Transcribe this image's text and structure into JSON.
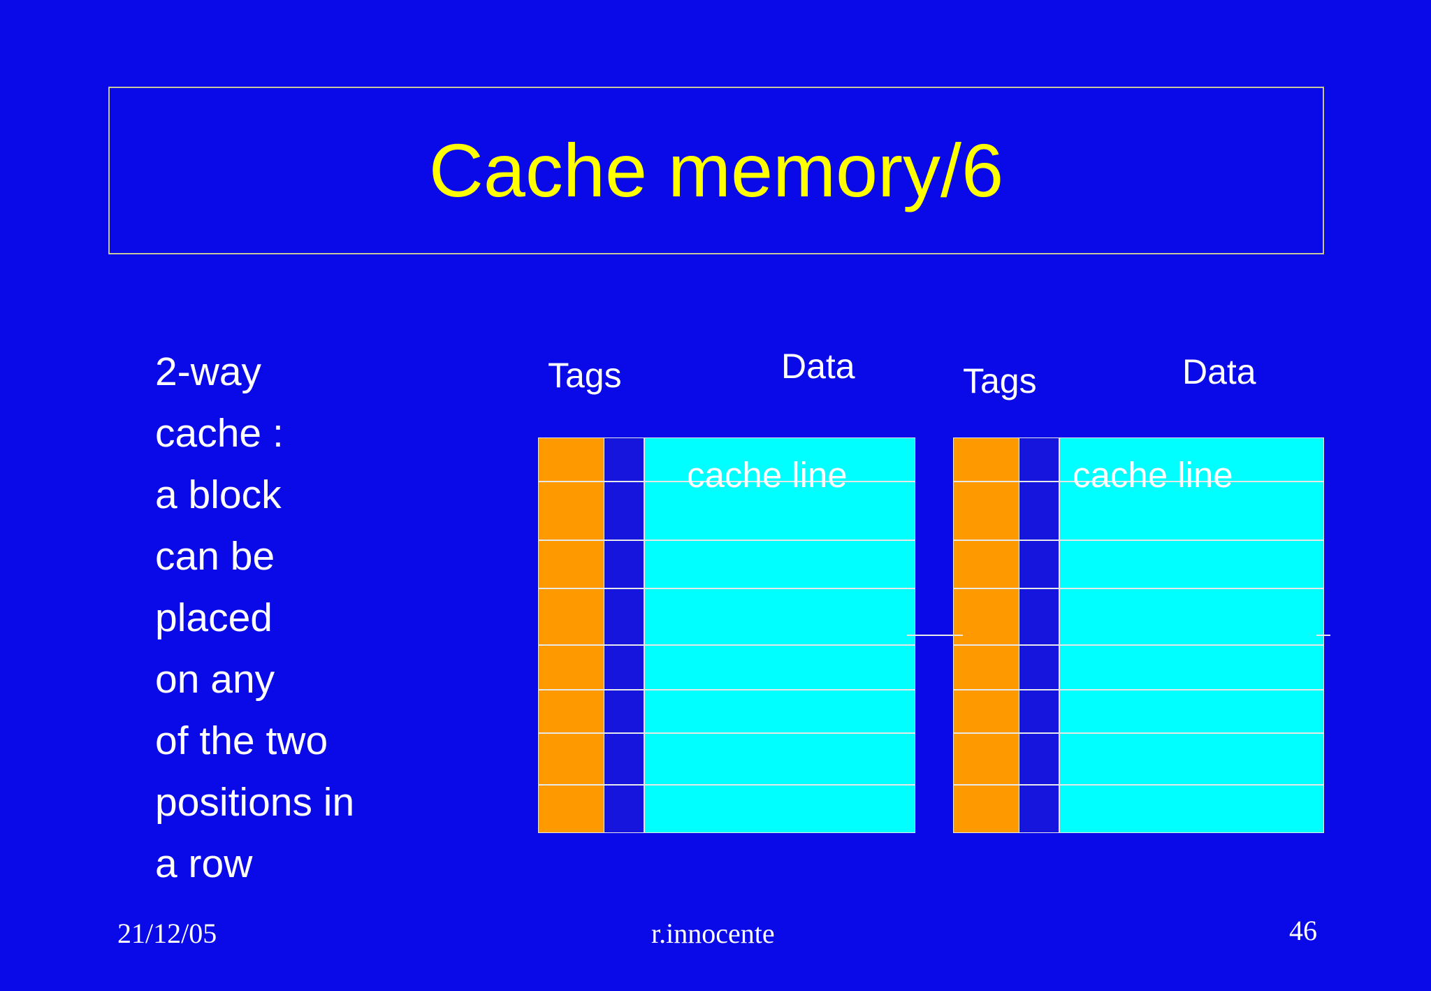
{
  "slide": {
    "title": "Cache memory/6",
    "background_color": "#0a0ae8",
    "title_color": "#ffff00",
    "text_color": "#ffffff",
    "tag_color": "#ff9900",
    "data_color": "#00ffff",
    "border_color": "#e8e8e8"
  },
  "body": {
    "lines": [
      "2-way",
      "cache :",
      "a block",
      "can be",
      "placed",
      "on any",
      "of the two",
      "positions in",
      "a row"
    ]
  },
  "diagram": {
    "ways": [
      {
        "tags_label": "Tags",
        "data_label": "Data",
        "cache_line_label": "cache line",
        "rows": 8
      },
      {
        "tags_label": "Tags",
        "data_label": "Data",
        "cache_line_label": "cache line",
        "rows": 8
      }
    ]
  },
  "footer": {
    "date": "21/12/05",
    "author": "r.innocente",
    "page": "46"
  }
}
